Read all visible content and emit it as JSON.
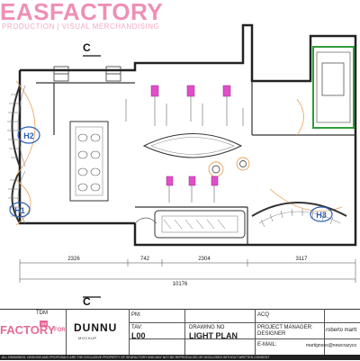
{
  "header": {
    "brand": "EASFACTORY",
    "tagline": "PRODUCTION | VISUAL MERCHANDISING"
  },
  "plan": {
    "section_markers": [
      "C",
      "C"
    ],
    "zones": [
      "H2",
      "H1",
      "H3"
    ],
    "dimensions": [
      "2326",
      "742",
      "2304",
      "3117",
      "10176"
    ]
  },
  "title_block": {
    "tdm_label": "TDM",
    "logo_text": "FACTORY",
    "logo_badge": "VM",
    "for_label": "FOR",
    "client": "DUNNU",
    "client_sub": "MOCKUP",
    "pm_label": "PM:",
    "tav_label": "TAV:",
    "tav_value": "L00",
    "drawing_label": "DRAWING NO",
    "drawing_value": "LIGHT PLAN",
    "acq_label": "ACQ",
    "pm_designer_label": "PROJECT MANAGER:",
    "designer_label": "DESIGNER",
    "pm_name": "roberto martt",
    "email_label": "E-MAIL:",
    "email_value": "martignons@newcrazyco",
    "footer_note": "ALL DRAWINGS, DESIGNS AND PROPOSALS ARE THE EXCLUSIVE PROPERTY OF SEAFACTORY AND MAY NOT BE REPRODUCED OR DISCLOSED WITHOUT WRITTEN CONSENT"
  },
  "colors": {
    "brand_pink": "#ef8fb4",
    "light_magenta": "#e04fc8",
    "cyan_dim": "#35a7c9",
    "zone_blue": "#2b5fb5",
    "fixture_orange": "#e8a25c",
    "green_wall": "#2e9d3a"
  }
}
